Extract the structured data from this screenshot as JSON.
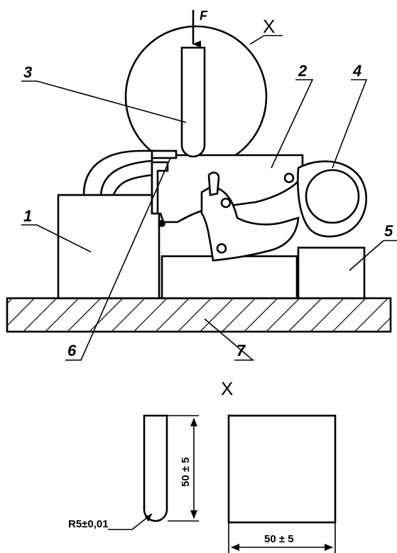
{
  "force_label": "F",
  "detail_marker": "X",
  "callouts": {
    "c1": "1",
    "c2": "2",
    "c3": "3",
    "c4": "4",
    "c5": "5",
    "c6": "6",
    "c7": "7"
  },
  "detail": {
    "title": "X",
    "height_dim": "50 ± 5",
    "width_dim": "50 ± 5",
    "radius": "R5±0,01"
  }
}
